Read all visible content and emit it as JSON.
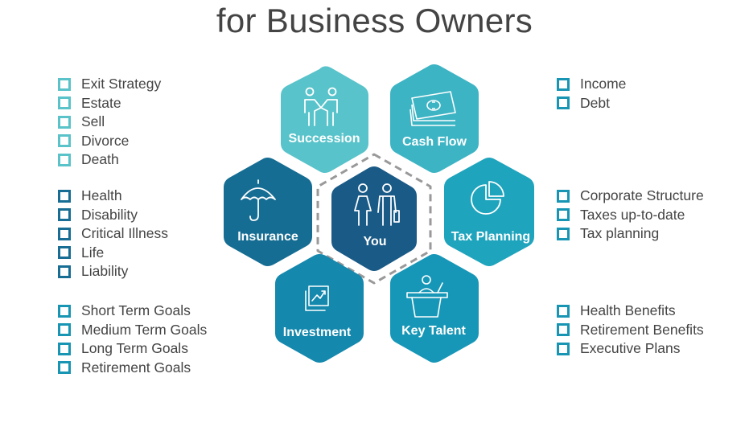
{
  "title": "for Business Owners",
  "hexagons": {
    "succession": "Succession",
    "cash_flow": "Cash Flow",
    "insurance": "Insurance",
    "you": "You",
    "tax_planning": "Tax Planning",
    "investment": "Investment",
    "key_talent": "Key Talent"
  },
  "left_lists": {
    "succession": [
      "Exit Strategy",
      "Estate",
      "Sell",
      "Divorce",
      "Death"
    ],
    "insurance": [
      "Health",
      "Disability",
      "Critical Illness",
      "Life",
      "Liability"
    ],
    "investment": [
      "Short Term Goals",
      "Medium Term Goals",
      "Long Term Goals",
      "Retirement Goals"
    ]
  },
  "right_lists": {
    "cash_flow": [
      "Income",
      "Debt"
    ],
    "tax_planning": [
      "Corporate Structure",
      "Taxes up-to-date",
      "Tax planning"
    ],
    "key_talent": [
      "Health Benefits",
      "Retirement Benefits",
      "Executive Plans"
    ]
  },
  "colors": {
    "succession": "#58c3ca",
    "cash_flow": "#3db4c4",
    "insurance": "#166d93",
    "you": "#1a5a86",
    "tax_planning": "#1fa4bd",
    "investment": "#1488ad",
    "key_talent": "#1797b7",
    "text": "#444444"
  }
}
